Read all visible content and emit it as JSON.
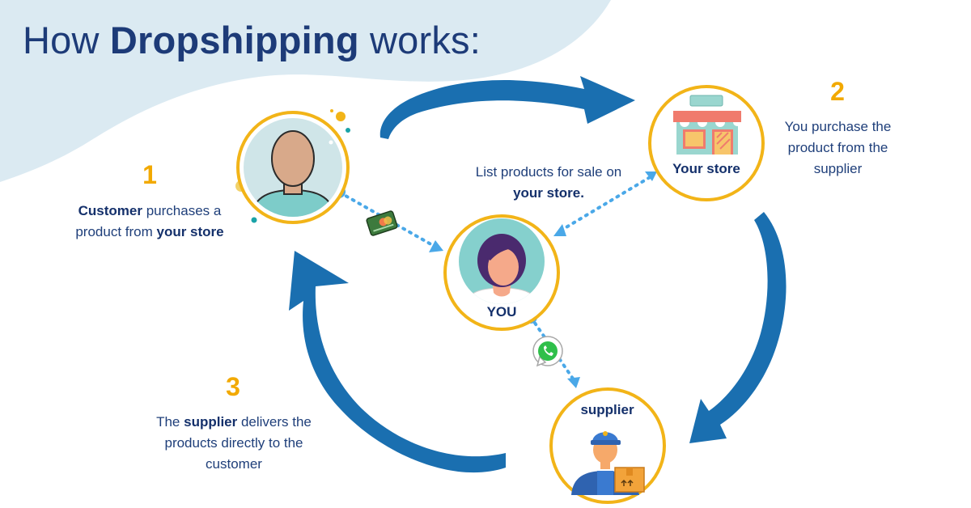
{
  "title": {
    "pre": "How ",
    "bold": "Dropshipping",
    "post": " works:"
  },
  "steps": [
    {
      "number": "1",
      "bold1": "Customer",
      "text1": " purchases a product from ",
      "bold2": "your store"
    },
    {
      "number": "2",
      "text": "You purchase the product from the supplier"
    },
    {
      "number": "3",
      "pre": "The ",
      "bold": "supplier",
      "post": " delivers the products directly to the customer"
    }
  ],
  "list_note": {
    "text": "List products for sale on ",
    "bold": "your store."
  },
  "nodes": {
    "store": "Your store",
    "you": "YOU",
    "supplier": "supplier"
  },
  "colors": {
    "accent": "#f2a900",
    "navy": "#1d3b78",
    "arrow": "#1a6fb0",
    "dotted": "#4aa8e8",
    "blob": "#dbeaf2"
  },
  "icons": [
    "customer-avatar-icon",
    "store-icon",
    "you-avatar-icon",
    "supplier-worker-icon",
    "credit-card-icon",
    "whatsapp-icon"
  ]
}
